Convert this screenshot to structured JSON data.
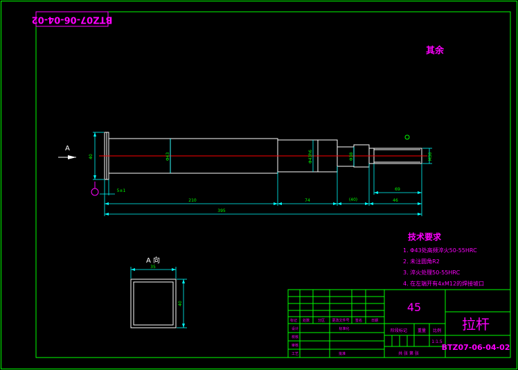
{
  "drawing_number_mirrored": "BTZ07-06-04-02",
  "surface_note": "其余",
  "view_a": {
    "arrow_label": "A",
    "section_title": "A 向",
    "width_dim": "35",
    "height_dim": "40"
  },
  "dimensions": {
    "flange_height": "40",
    "shaft_dia_main": "Φ43",
    "shaft_dia_mid": "Φ43h6",
    "shaft_dia_neck": "Φ38",
    "shaft_dia_end": "M30",
    "thread_len": "69",
    "flange_thick": "5±1",
    "len_210": "210",
    "len_74": "74",
    "len_40": "(40)",
    "len_46": "46",
    "total_len": "395"
  },
  "tech_requirements": {
    "title": "技术要求",
    "items": [
      "1.  Φ43处高频淬火50-55HRC",
      "2.  未注圆角R2",
      "3.  淬火处理50-55HRC",
      "4.  在左端开有4xM12的焊接坡口"
    ]
  },
  "title_block": {
    "material": "45",
    "part_name": "拉杆",
    "drawing_number": "BTZ07-06-04-02",
    "scale": "1:1.5",
    "row_labels": [
      "设计",
      "校核",
      "审核",
      "工艺"
    ],
    "header_labels": [
      "标记",
      "处数",
      "分区",
      "更改文件号",
      "签名",
      "日期"
    ],
    "standardization": "标准化",
    "approval": "批准",
    "stage_mark": "阶段标记",
    "weight": "重量",
    "ratio": "比例",
    "sheet": "共    张    第    张"
  },
  "colors": {
    "frame": "#00ff00",
    "outline": "#ffffff",
    "dimension": "#00ffff",
    "centerline": "#ff0000",
    "text_magenta": "#ff00ff",
    "text_green": "#00ff00"
  }
}
